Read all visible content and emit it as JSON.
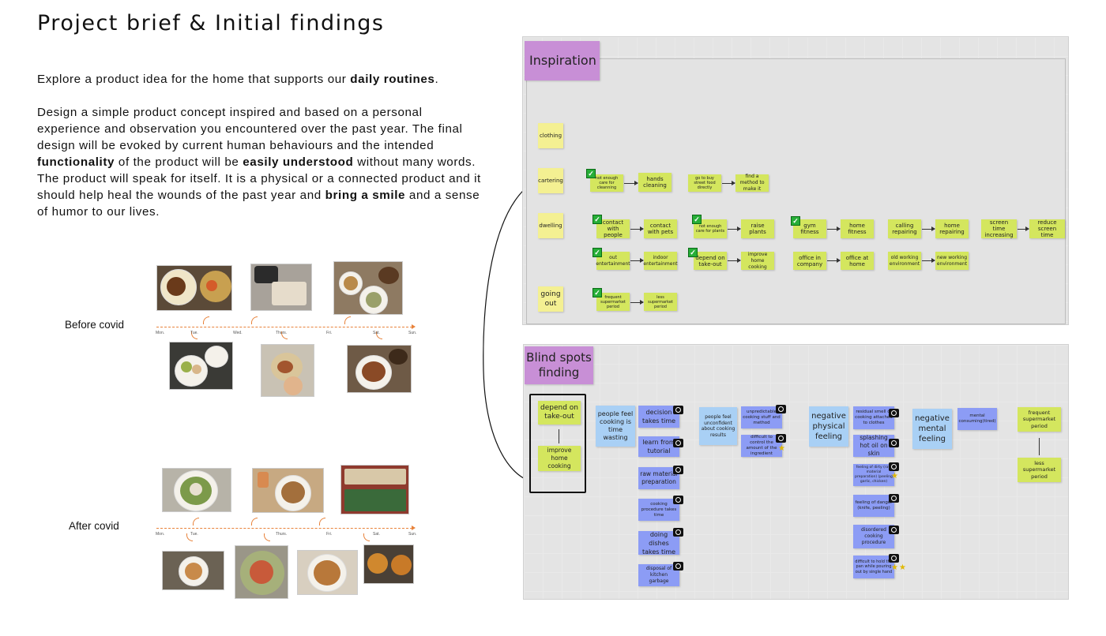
{
  "title": "Project brief & Initial findings",
  "brief": {
    "p1_a": "Explore a product idea for the home that supports our ",
    "p1_b": "daily routines",
    "p1_c": ".",
    "p2_a": "Design a simple product concept inspired and based on a personal experience and observation you encountered over the past year. The final design will be evoked by current human behaviours and the intended ",
    "p2_b": "functionality",
    "p2_c": " of the product will be ",
    "p2_d": "easily understood",
    "p2_e": " without many words. The product will speak for itself. It is a physical or a connected product and it should help heal the wounds of the past year and ",
    "p2_f": "bring a smile",
    "p2_g": " and a sense of humor to our lives."
  },
  "timelines": {
    "before": "Before covid",
    "after": "After covid",
    "days": [
      "Mon.",
      "Tue.",
      "Wed.",
      "Thurs.",
      "Fri.",
      "Sat.",
      "Sun."
    ]
  },
  "inspiration": {
    "title": "Inspiration",
    "categories": [
      "clothing",
      "cartering",
      "dwelling",
      "going out"
    ],
    "cartering": [
      "not enough care for cleanning",
      "hands cleaning",
      "go to buy street food directly",
      "find a method to make it"
    ],
    "dwelling_row1": [
      "contact with people",
      "contact with pets",
      "not enough care for plants",
      "raise plants",
      "gym fitness",
      "home fitness",
      "calling repairing",
      "home repairing",
      "screen time increasing",
      "reduce screen time"
    ],
    "dwelling_row2": [
      "out entertainment",
      "indoor entertainment",
      "depend on take-out",
      "improve home cooking",
      "office in company",
      "office at home",
      "old working environment",
      "new working environment"
    ],
    "going_out": [
      "frequent supermarket period",
      "less supermarket period"
    ]
  },
  "blindspots": {
    "title": "Blind spots finding",
    "takeout": [
      "depend on take-out",
      "improve home cooking"
    ],
    "col1": "people feel cooking is time wasting",
    "col1_items": [
      "decision takes time",
      "learn from tutorial",
      "raw material preparation",
      "cooking procedure takes time",
      "doing dishes takes time",
      "disposal of kitchen garbage"
    ],
    "col2": "people feel unconfident about cooking results",
    "col2_items": [
      "unpredictable cooking stuff and method",
      "difficult to control the amount of the ingredient"
    ],
    "col3": "negative physical feeling",
    "col3_items": [
      "residual smell of cooking attached to clothes",
      "splashing hot oil on skin",
      "feeling of dirty (raw material preparation) (peeling garlic, chicken)",
      "feeling of danger (knife, peeling)",
      "disordered cooking procedure",
      "difficult to hold the pan while pouring out by single hand"
    ],
    "col4": "negative mental feeling",
    "col4_items": [
      "mental consuming(tired)"
    ],
    "col5_items": [
      "frequent supermarket period",
      "less supermarket period"
    ]
  },
  "colors": {
    "purple": "#c88fd6",
    "yellow": "#f4f092",
    "green": "#d4e65e",
    "blue": "#8c9cf5",
    "light_blue": "#a9d0f5",
    "timeline": "#e8823a"
  }
}
